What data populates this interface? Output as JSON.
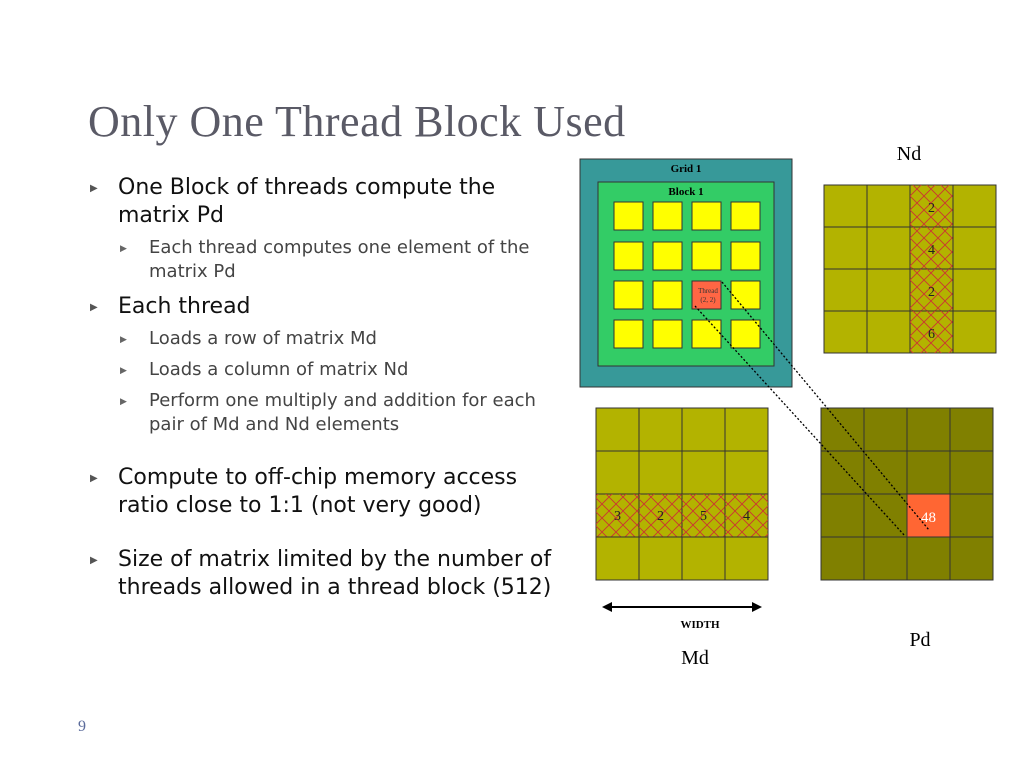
{
  "slide": {
    "title": "Only One Thread Block Used",
    "page_number": "9"
  },
  "bullets": [
    {
      "text": "One Block of threads compute the matrix Pd",
      "sub": [
        {
          "text": "Each thread computes one element of the matrix Pd"
        }
      ]
    },
    {
      "text": "Each thread",
      "sub": [
        {
          "text": "Loads a row of matrix Md"
        },
        {
          "text": "Loads a column of matrix Nd"
        },
        {
          "text": "Perform one multiply and addition for each pair of Md and Nd elements"
        }
      ]
    },
    {
      "text": "Compute to off-chip memory access ratio close to 1:1 (not very good)",
      "sub": []
    },
    {
      "text": "Size of matrix limited by the number of threads allowed in a thread block (512)",
      "sub": []
    }
  ],
  "diagram": {
    "grid_label": "Grid 1",
    "block_label": "Block 1",
    "thread_label_line1": "Thread",
    "thread_label_line2": "(2, 2)",
    "nd_label": "Nd",
    "md_label": "Md",
    "pd_label": "Pd",
    "width_label": "WIDTH",
    "nd_column_values": [
      "2",
      "4",
      "2",
      "6"
    ],
    "md_row_values": [
      "3",
      "2",
      "5",
      "4"
    ],
    "pd_value": "48",
    "colors": {
      "grid_bg": "#379999",
      "block_bg": "#33cc66",
      "thread_cell": "#ffff00",
      "active_thread": "#ff6644",
      "matrix_cell": "#b3b300",
      "pd_cell": "#808000",
      "pd_active": "#ff6633",
      "hatch": "#cc3333"
    }
  }
}
